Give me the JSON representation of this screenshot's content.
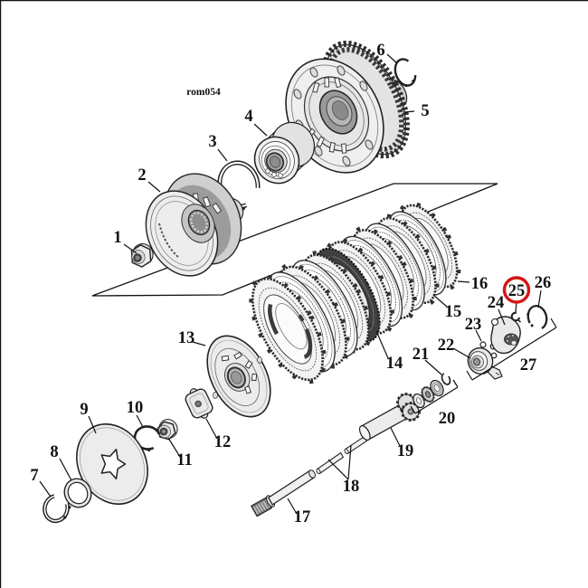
{
  "diagram": {
    "code": "rom054",
    "type": "exploded parts diagram (clutch assembly)",
    "highlighted_part": "25",
    "highlight_color": "#d41414",
    "ink_color": "#1a1a1a",
    "background_color": "#ffffff"
  },
  "parts": [
    {
      "label": "1"
    },
    {
      "label": "2"
    },
    {
      "label": "3"
    },
    {
      "label": "4"
    },
    {
      "label": "5"
    },
    {
      "label": "6"
    },
    {
      "label": "7"
    },
    {
      "label": "8"
    },
    {
      "label": "9"
    },
    {
      "label": "10"
    },
    {
      "label": "11"
    },
    {
      "label": "12"
    },
    {
      "label": "13"
    },
    {
      "label": "14"
    },
    {
      "label": "15"
    },
    {
      "label": "16"
    },
    {
      "label": "17"
    },
    {
      "label": "18"
    },
    {
      "label": "19"
    },
    {
      "label": "20"
    },
    {
      "label": "21"
    },
    {
      "label": "22"
    },
    {
      "label": "23"
    },
    {
      "label": "24"
    },
    {
      "label": "25"
    },
    {
      "label": "26"
    },
    {
      "label": "27"
    }
  ]
}
